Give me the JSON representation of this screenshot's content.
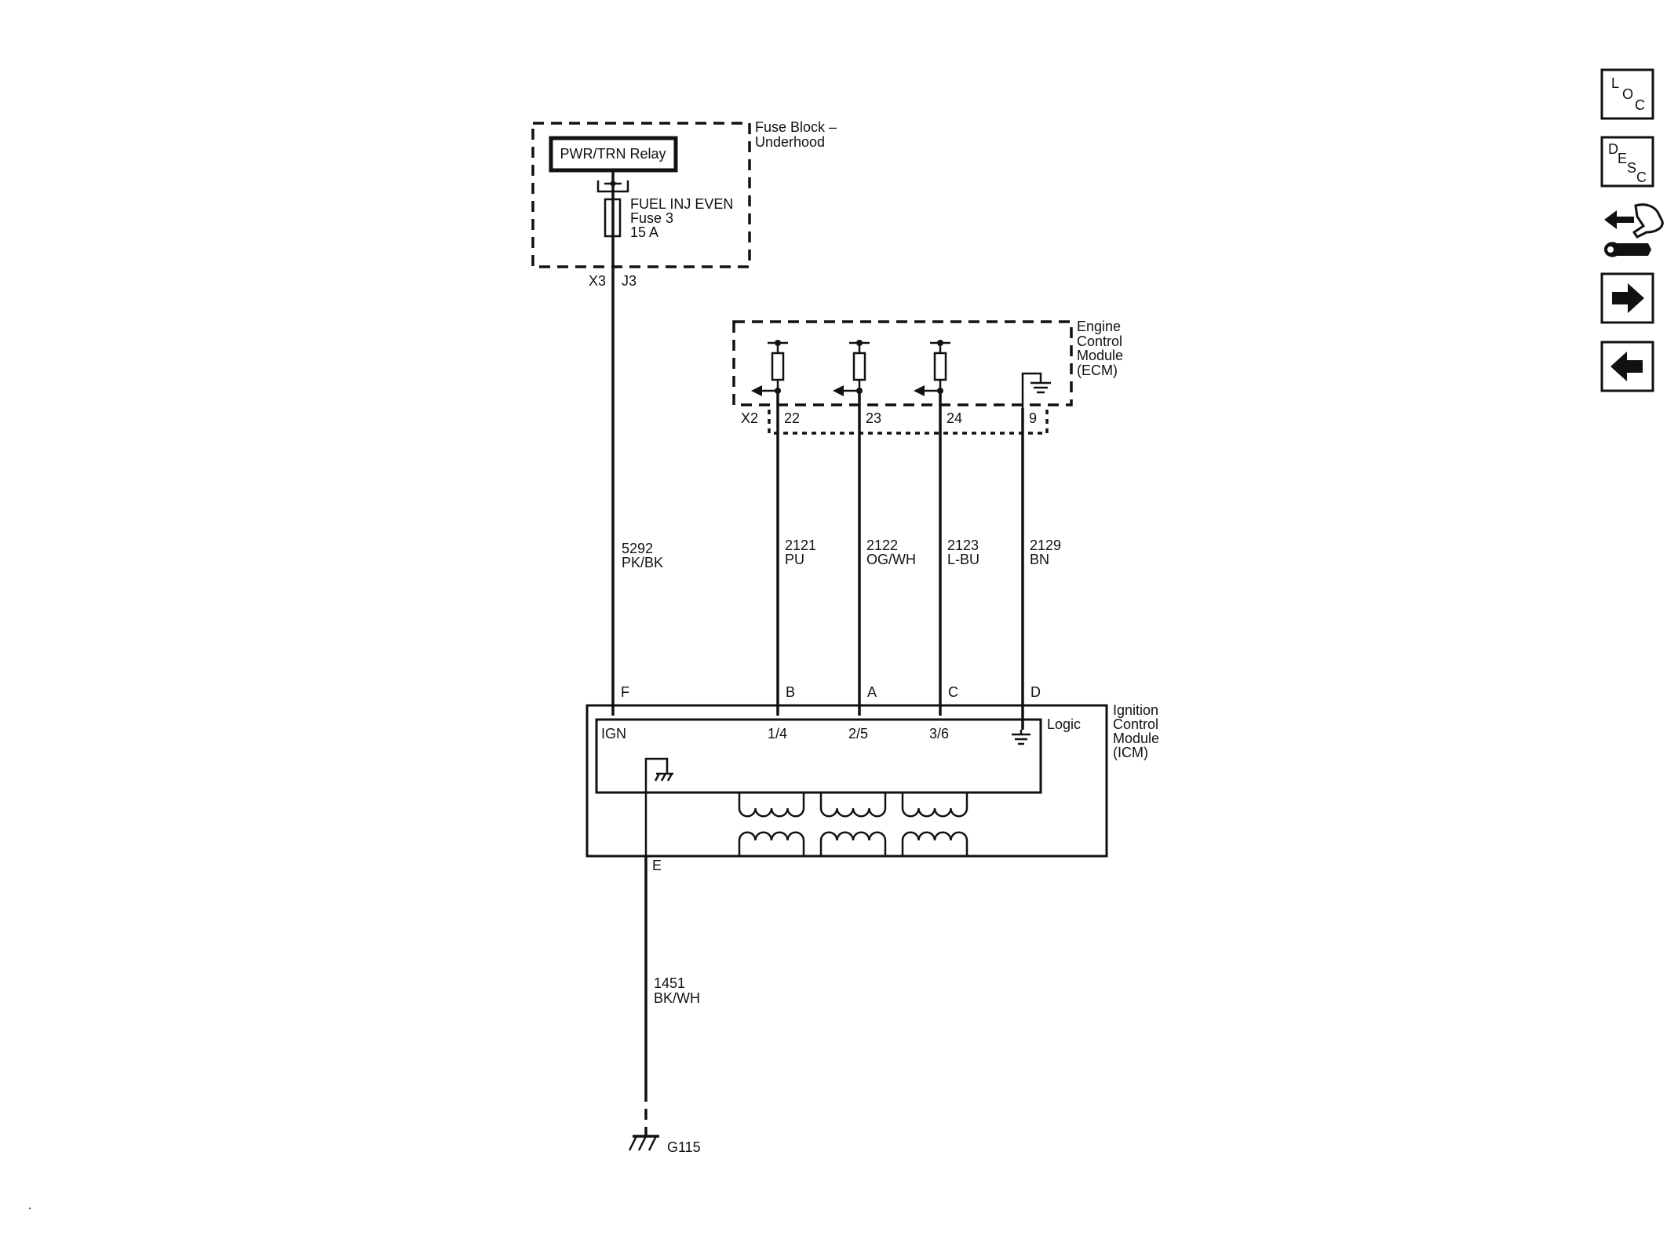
{
  "fuse_block": {
    "title_line1": "Fuse Block –",
    "title_line2": "Underhood",
    "relay_label": "PWR/TRN Relay",
    "fuse_line1": "FUEL INJ EVEN",
    "fuse_line2": "Fuse 3",
    "fuse_line3": "15 A",
    "connector": "X3",
    "terminal": "J3"
  },
  "ecm": {
    "title_line1": "Engine",
    "title_line2": "Control",
    "title_line3": "Module",
    "title_line4": "(ECM)",
    "connector": "X2",
    "pins": [
      "22",
      "23",
      "24",
      "9"
    ]
  },
  "wires": [
    {
      "circuit": "5292",
      "color": "PK/BK"
    },
    {
      "circuit": "2121",
      "color": "PU"
    },
    {
      "circuit": "2122",
      "color": "OG/WH"
    },
    {
      "circuit": "2123",
      "color": "L-BU"
    },
    {
      "circuit": "2129",
      "color": "BN"
    },
    {
      "circuit": "1451",
      "color": "BK/WH"
    }
  ],
  "icm": {
    "title_line1": "Ignition",
    "title_line2": "Control",
    "title_line3": "Module",
    "title_line4": "(ICM)",
    "connector_pins": [
      "F",
      "B",
      "A",
      "C",
      "D",
      "E"
    ],
    "logic_label": "Logic",
    "inner_labels": [
      "IGN",
      "1/4",
      "2/5",
      "3/6"
    ]
  },
  "ground": {
    "label": "G115"
  },
  "nav": {
    "loc": {
      "l1": "L",
      "l2": "O",
      "l3": "C"
    },
    "desc": {
      "l1": "D",
      "l2": "E",
      "l3": "S",
      "l4": "C"
    }
  }
}
